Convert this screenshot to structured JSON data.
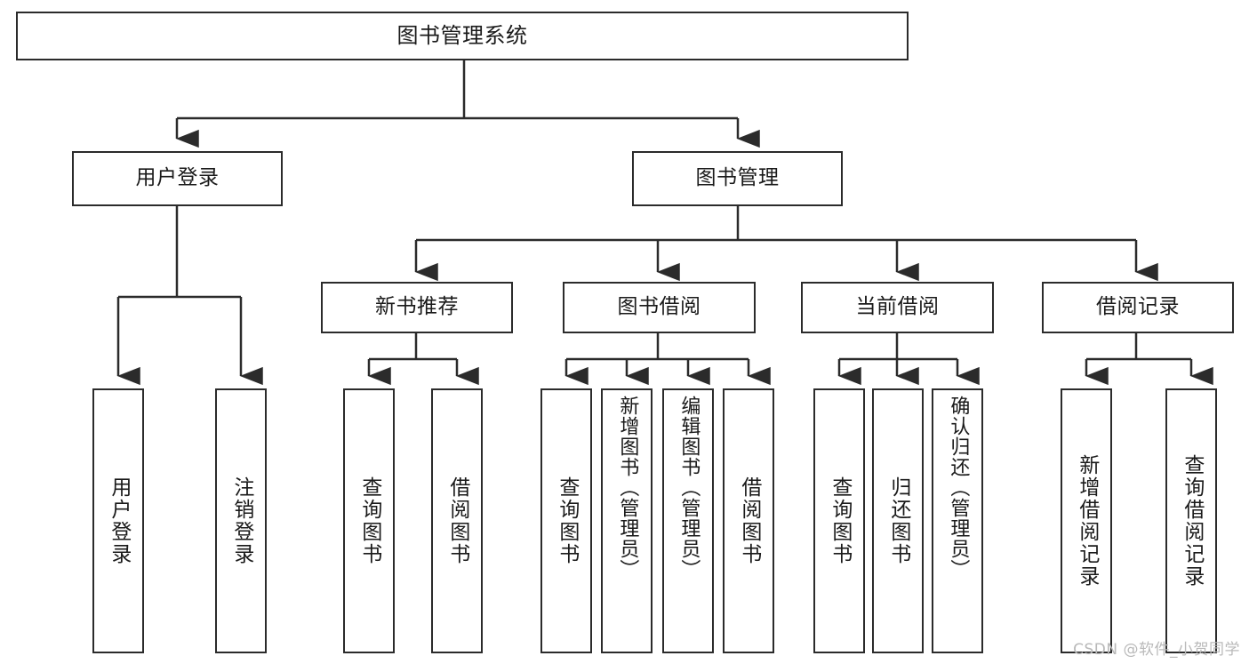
{
  "diagram": {
    "title": "图书管理系统",
    "type": "hierarchy-tree",
    "root": {
      "id": "root",
      "label": "图书管理系统"
    },
    "level2": [
      {
        "id": "user-login",
        "label": "用户登录"
      },
      {
        "id": "book-management",
        "label": "图书管理"
      }
    ],
    "level3": [
      {
        "id": "new-book-recommend",
        "label": "新书推荐"
      },
      {
        "id": "book-borrow",
        "label": "图书借阅"
      },
      {
        "id": "current-borrow",
        "label": "当前借阅"
      },
      {
        "id": "borrow-record",
        "label": "借阅记录"
      }
    ],
    "leaves": {
      "user_login": [
        {
          "id": "leaf-user-login",
          "label": "用户登录"
        },
        {
          "id": "leaf-logout-login",
          "label": "注销登录"
        }
      ],
      "new_book_recommend": [
        {
          "id": "leaf-query-book-1",
          "label": "查询图书"
        },
        {
          "id": "leaf-borrow-book-1",
          "label": "借阅图书"
        }
      ],
      "book_borrow": [
        {
          "id": "leaf-query-book-2",
          "label": "查询图书"
        },
        {
          "id": "leaf-add-book",
          "label": "新增图书（管理员）"
        },
        {
          "id": "leaf-edit-book",
          "label": "编辑图书（管理员）"
        },
        {
          "id": "leaf-borrow-book-2",
          "label": "借阅图书"
        }
      ],
      "current_borrow": [
        {
          "id": "leaf-query-book-3",
          "label": "查询图书"
        },
        {
          "id": "leaf-return-book",
          "label": "归还图书"
        },
        {
          "id": "leaf-confirm-return",
          "label": "确认归还（管理员）"
        }
      ],
      "borrow_record": [
        {
          "id": "leaf-add-record",
          "label": "新增借阅记录"
        },
        {
          "id": "leaf-query-record",
          "label": "查询借阅记录"
        }
      ]
    },
    "colors": {
      "stroke": "#2b2b2b",
      "fill": "#ffffff",
      "text": "#1a1a1a",
      "watermark": "#b9b9b9"
    }
  },
  "watermark": {
    "text": "CSDN @软件_小贺同学"
  }
}
